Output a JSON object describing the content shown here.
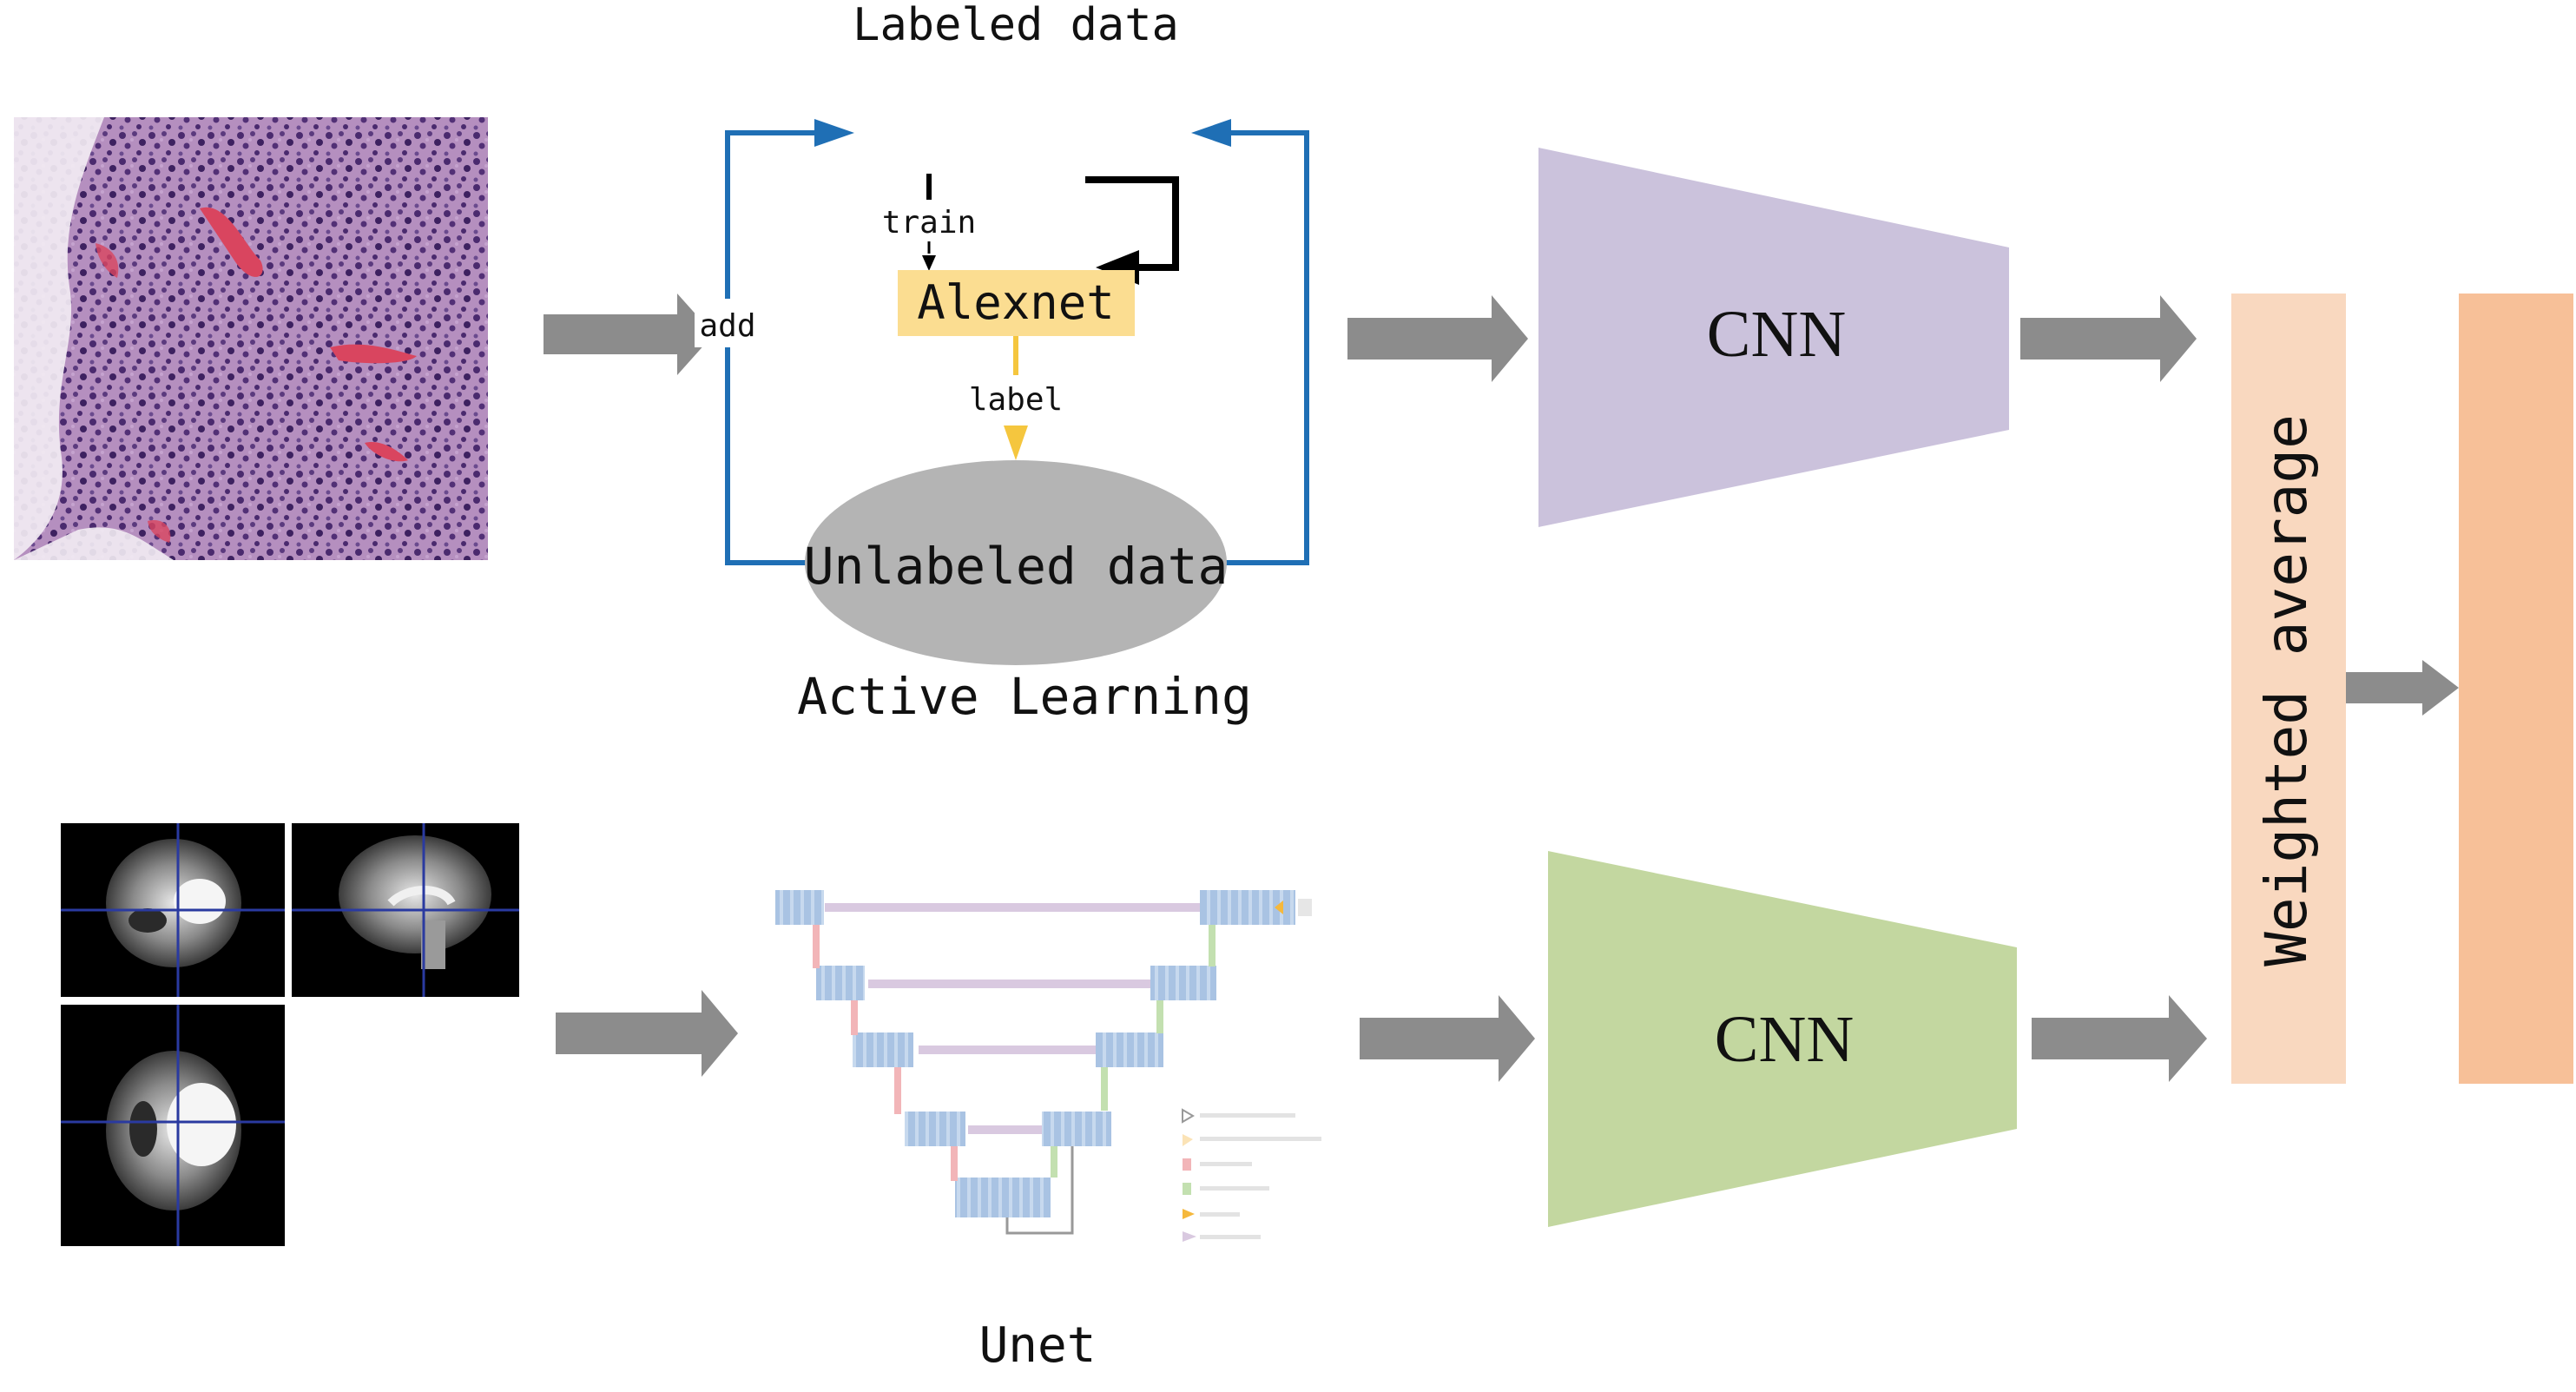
{
  "labels": {
    "labeled_data": "Labeled data",
    "train": "train",
    "add": "add",
    "alexnet": "Alexnet",
    "label": "label",
    "unlabeled_data": "Unlabeled data",
    "active_learning": "Active Learning",
    "cnn_top": "CNN",
    "cnn_bottom": "CNN",
    "weighted_average": "Weighted average",
    "unet": "Unet"
  },
  "colors": {
    "flow_arrow": "#8c8c8c",
    "loop_blue": "#1f6fb5",
    "alexnet_fill": "#fbdd91",
    "label_arrow": "#f5c63e",
    "ellipse_fill": "#b4b4b4",
    "cnn_top_fill": "#cbc2dc",
    "cnn_bottom_fill": "#c3d7a0",
    "weighted_fill": "#f9d8bf",
    "output_fill": "#f7c098",
    "unet_block": "#c7d9ee",
    "unet_skip": "#d9c9e0"
  },
  "icons": {
    "histology": "histology-slide-image",
    "mri": "brain-mri-views-image",
    "unet": "unet-architecture-diagram"
  }
}
